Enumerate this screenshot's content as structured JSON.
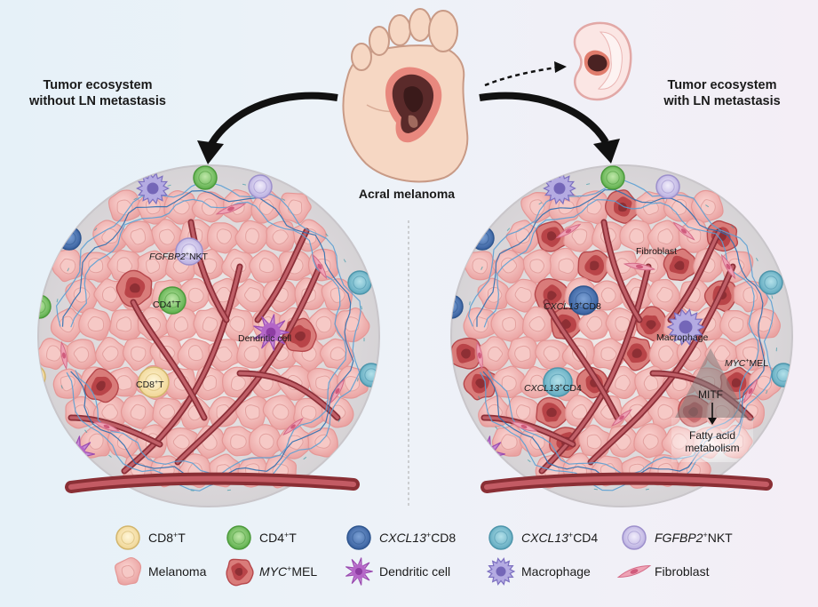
{
  "center_label": "Acral melanoma",
  "left_title": [
    "Tumor ecosystem",
    "without LN metastasis"
  ],
  "right_title": [
    "Tumor ecosystem",
    "with LN metastasis"
  ],
  "left_labels": {
    "nkt_gene": "FGFBP2",
    "nkt_type": "NKT",
    "cd4": "CD4",
    "cd8": "CD8",
    "t": "T",
    "dc": "Dendritic cell"
  },
  "right_labels": {
    "fibroblast": "Fibroblast",
    "cd8_gene": "CXCL13",
    "cd8_type": "CD8",
    "cd4_gene": "CXCL13",
    "cd4_type": "CD4",
    "macrophage": "Macrophage",
    "myc_gene": "MYC",
    "myc_type": "MEL",
    "mitf": "MITF",
    "fatty": [
      "Fatty acid",
      "metabolism"
    ]
  },
  "legend": [
    {
      "name": "CD8",
      "sup": "+",
      "rest": "T",
      "italic": false
    },
    {
      "name": "CD4",
      "sup": "+",
      "rest": "T",
      "italic": false
    },
    {
      "name": "CXCL13",
      "sup": "+",
      "rest": "CD8",
      "italic": true
    },
    {
      "name": "CXCL13",
      "sup": "+",
      "rest": "CD4",
      "italic": true
    },
    {
      "name": "FGFBP2",
      "sup": "+",
      "rest": "NKT",
      "italic": true
    },
    {
      "name": "Melanoma",
      "sup": "",
      "rest": "",
      "italic": false
    },
    {
      "name": "MYC",
      "sup": "+",
      "rest": "MEL",
      "italic": true
    },
    {
      "name": "Dendritic cell",
      "sup": "",
      "rest": "",
      "italic": false
    },
    {
      "name": "Macrophage",
      "sup": "",
      "rest": "",
      "italic": false
    },
    {
      "name": "Fibroblast",
      "sup": "",
      "rest": "",
      "italic": false
    }
  ],
  "colors": {
    "cd8": "#f3dfa6",
    "cd4": "#7cc36a",
    "cxcl13_cd8": "#4f78b5",
    "cxcl13_cd4": "#73b5c8",
    "nkt": "#c9bfe6",
    "melanoma": "#f4b6b4",
    "myc_mel": "#c5504f",
    "dendritic": "#b466c7",
    "macrophage": "#9a8fd2",
    "fibroblast": "#e58aa2",
    "vessel": "#b35560",
    "lymph": "#3a86c4"
  }
}
